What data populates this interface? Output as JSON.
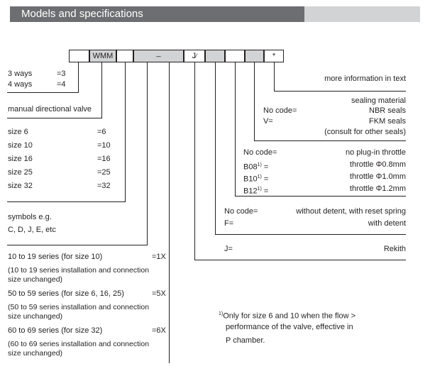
{
  "header": {
    "title": "Models and specifications"
  },
  "code_boxes": {
    "b2": "WMM",
    "b4": "_",
    "b5": "J",
    "b5_mark": "⁄",
    "b8": "*"
  },
  "ways": {
    "r1_label": "3 ways",
    "r1_val": "=3",
    "r2_label": "4 ways",
    "r2_val": "=4"
  },
  "valve_type": "manual directional valve",
  "sizes": [
    {
      "label": "size 6",
      "val": "=6"
    },
    {
      "label": "size 10",
      "val": "=10"
    },
    {
      "label": "size 16",
      "val": "=16"
    },
    {
      "label": "size 25",
      "val": "=25"
    },
    {
      "label": "size 32",
      "val": "=32"
    }
  ],
  "symbols": {
    "l1": "symbols e.g.",
    "l2": "C, D, J, E, etc"
  },
  "series": {
    "s1": "10 to 19 series (for size 10)",
    "s1v": "=1X",
    "s1n1": "(10 to 19 series installation and connection",
    "s1n2": "size unchanged)",
    "s2": "50 to 59 series (for size 6, 16, 25)",
    "s2v": "=5X",
    "s2n1": "(50 to 59 series installation and connection",
    "s2n2": "size unchanged)",
    "s3": "60 to 69 series (for size 32)",
    "s3v": "=6X",
    "s3n1": "(60 to 69 series installation and connection",
    "s3n2": "size unchanged)"
  },
  "more_info": "more information in text",
  "seals": {
    "title": "sealing material",
    "nocode": "No code=",
    "nbr": "NBR seals",
    "v": "V=",
    "fkm": "FKM seals",
    "consult": "(consult for other seals)"
  },
  "throttle": {
    "nocode": "No code=",
    "none": "no plug-in throttle",
    "b08": "B08",
    "b08v": "throttle Φ0.8mm",
    "b10": "B10",
    "b10v": "throttle Φ1.0mm",
    "b12": "B12",
    "b12v": "throttle Φ1.2mm",
    "sup": "1)",
    "eq": " ="
  },
  "detent": {
    "nocode": "No code=",
    "nocode_v": "without detent, with reset spring",
    "f": "F=",
    "f_v": "with detent"
  },
  "rekith": {
    "j": "J=",
    "v": "Rekith"
  },
  "footnote": {
    "sup": "1)",
    "l1": "Only for size 6 and 10 when the flow >",
    "l2": "performance  of the valve, effective in",
    "l3": "P chamber."
  }
}
